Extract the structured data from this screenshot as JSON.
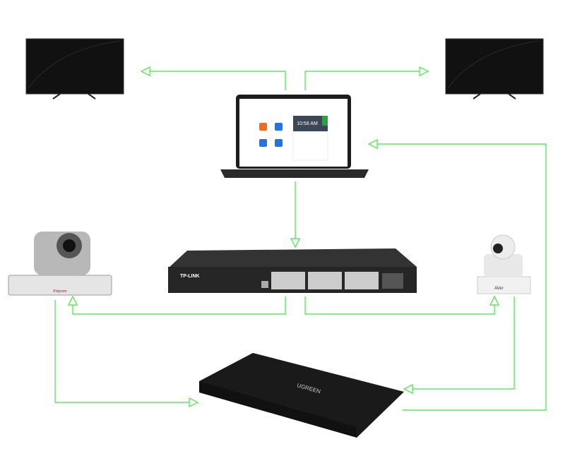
{
  "diagram": {
    "line_color": "#3ee83e",
    "devices": {
      "tv_left": {
        "label": ""
      },
      "tv_right": {
        "label": ""
      },
      "laptop": {
        "screen_time": "10:58 AM"
      },
      "switch": {
        "logo": "TP-LINK"
      },
      "conference_camera": {
        "logo": "Polycom"
      },
      "ptz_camera": {
        "logo": "AVer"
      },
      "hdmi_splitter": {
        "logo": "UGREEN"
      }
    }
  }
}
